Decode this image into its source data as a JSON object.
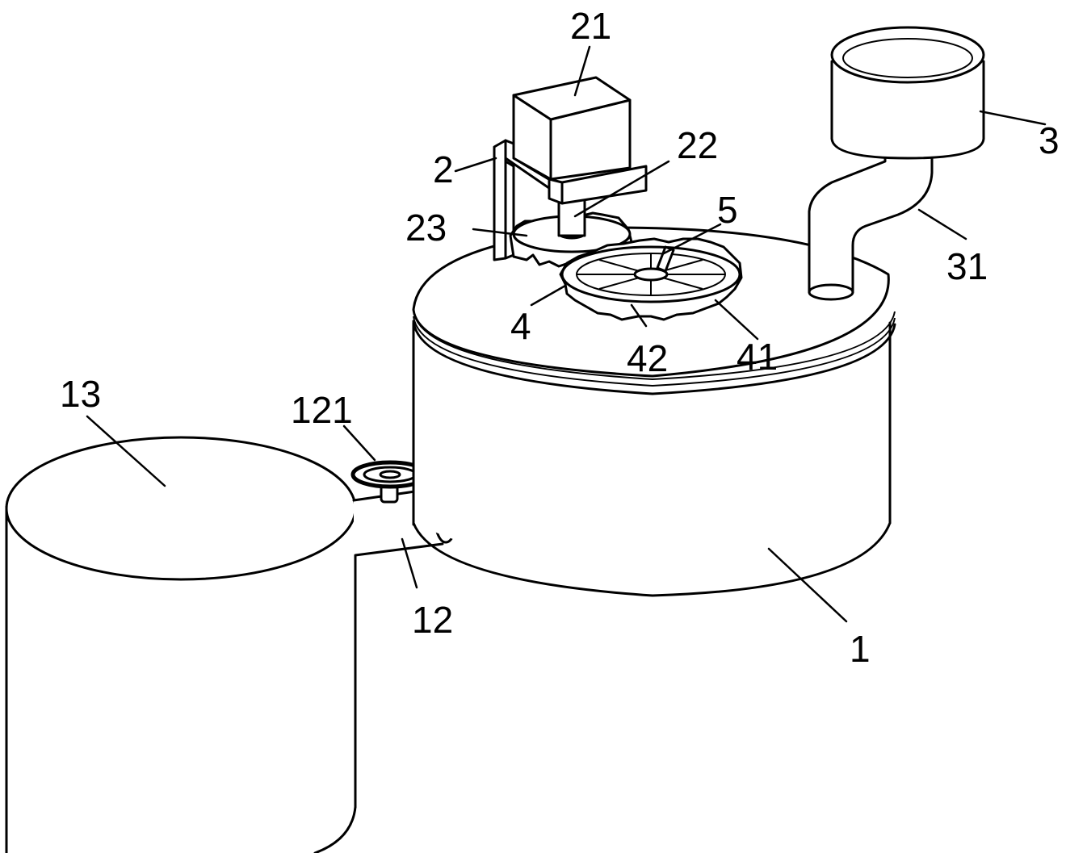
{
  "labels": {
    "motor": "21",
    "bracket": "2",
    "shaft": "22",
    "drive_gear": "23",
    "agitator_shaft": "5",
    "hopper": "3",
    "feed_pipe": "31",
    "lid": "4",
    "lid_gear": "42",
    "gear_ring": "41",
    "main_tank": "1",
    "collection_tank": "13",
    "valve": "121",
    "outlet_pipe": "12"
  }
}
